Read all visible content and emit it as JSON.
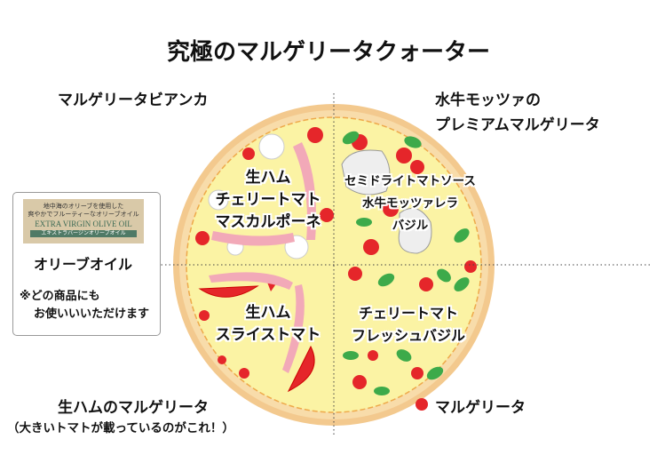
{
  "title": "究極のマルゲリータクォーター",
  "quarters": {
    "top_left": {
      "name": "マルゲリータビアンカ",
      "toppings": [
        "生ハム",
        "チェリートマト",
        "マスカルポーネ"
      ]
    },
    "top_right": {
      "name_lines": [
        "水牛モッツァの",
        "プレミアムマルゲリータ"
      ],
      "toppings": [
        "セミドライトマトソース",
        "水牛モッツァレラ",
        "バジル"
      ]
    },
    "bottom_left": {
      "name": "生ハムのマルゲリータ",
      "note": "（大きいトマトが載っているのがこれ！）",
      "toppings": [
        "生ハム",
        "スライストマト"
      ]
    },
    "bottom_right": {
      "name": "マルゲリータ",
      "toppings": [
        "チェリートマト",
        "フレッシュバジル"
      ]
    }
  },
  "oil_box": {
    "label_lines": [
      "地中海のオリーブを使用した",
      "爽やかでフルーティーなオリーブオイル"
    ],
    "label_brand": "EXTRA VIRGIN OLIVE OIL",
    "label_sub": "エキストラバージンオリーブオイル",
    "name": "オリーブオイル",
    "note_lines": [
      "※どの商品にも",
      "お使いいいただけます"
    ]
  },
  "colors": {
    "crust": "#f5d29a",
    "cheese": "#fbf2a0",
    "tomato": "#e5262a",
    "basil": "#3daa4a",
    "ham": "#f0a6b4"
  }
}
